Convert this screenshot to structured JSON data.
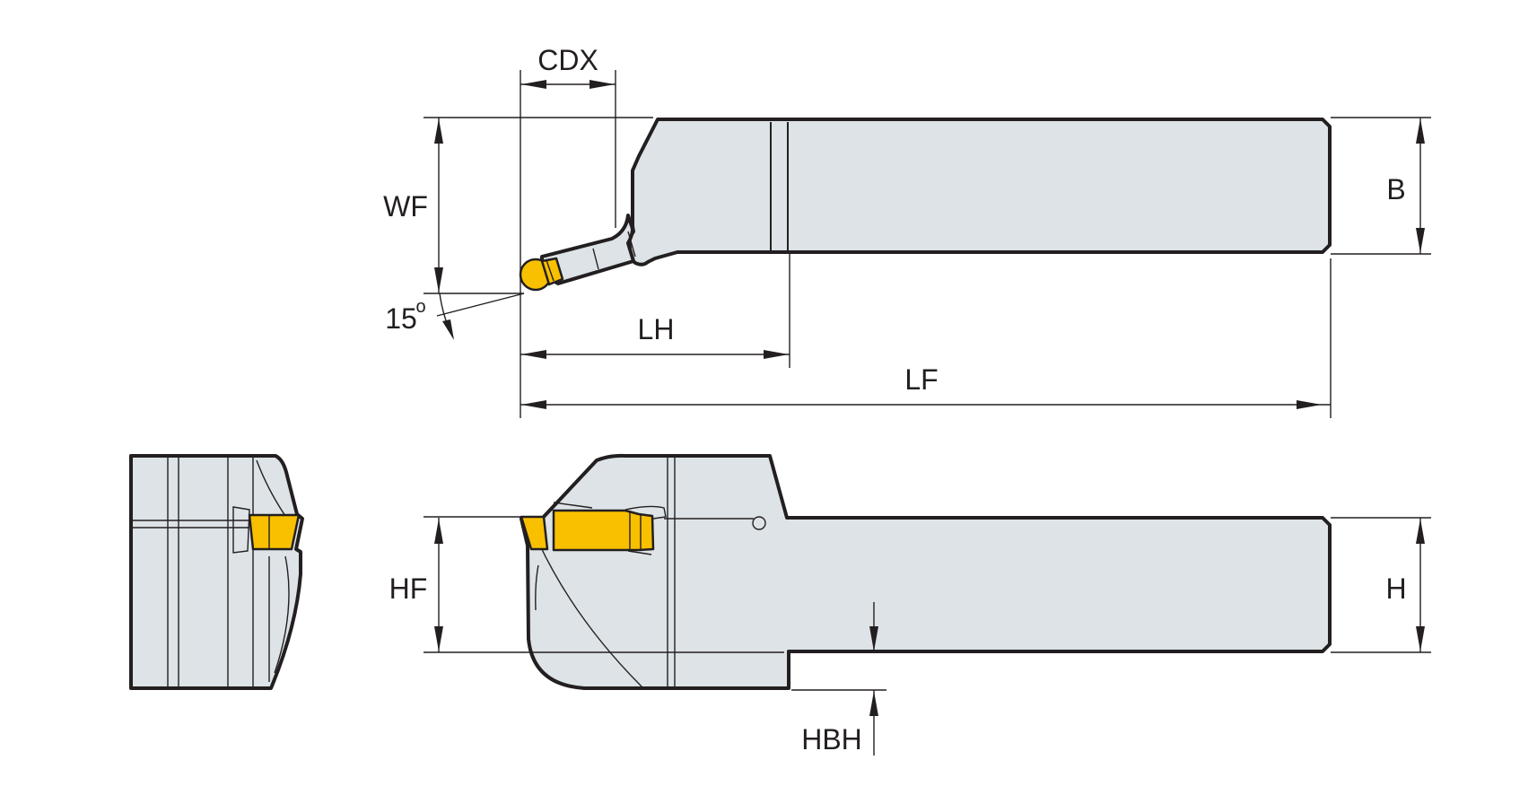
{
  "dimensions": {
    "cdx": "CDX",
    "wf": "WF",
    "angle": "15",
    "angle_unit": "o",
    "lh": "LH",
    "lf": "LF",
    "b": "B",
    "hf": "HF",
    "h": "H",
    "hbh": "HBH"
  },
  "colors": {
    "body": "#dde3e6",
    "insert": "#f9c000",
    "line": "#231f20",
    "background": "#ffffff"
  }
}
